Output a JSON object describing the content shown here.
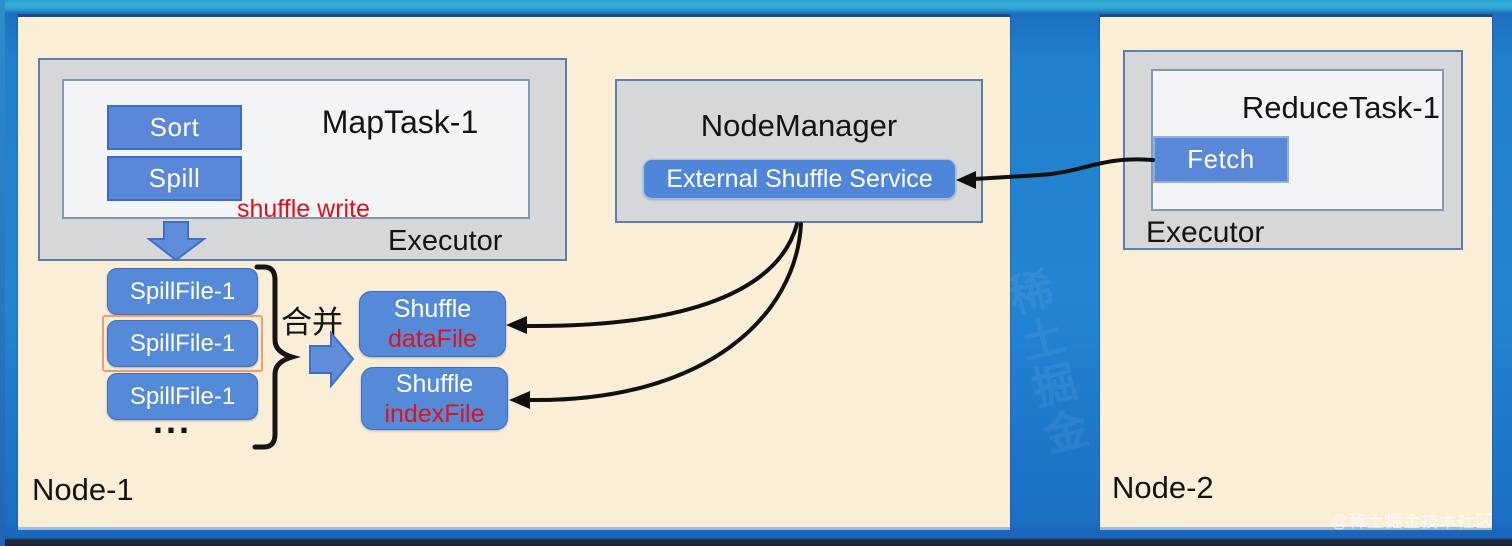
{
  "node1": {
    "label": "Node-1",
    "executor": {
      "title": "MapTask-1",
      "label": "Executor",
      "sort_label": "Sort",
      "spill_label": "Spill",
      "shuffle_write_label": "shuffle write"
    },
    "spill_files": [
      "SpillFile-1",
      "SpillFile-1",
      "SpillFile-1"
    ],
    "ellipsis": "...",
    "merge_label": "合并",
    "shuffle_data_file": {
      "line1": "Shuffle",
      "line2": "dataFile"
    },
    "shuffle_index_file": {
      "line1": "Shuffle",
      "line2": "indexFile"
    },
    "node_manager": {
      "title": "NodeManager",
      "service_label": "External Shuffle Service"
    }
  },
  "node2": {
    "label": "Node-2",
    "executor": {
      "title": "ReduceTask-1",
      "label": "Executor",
      "fetch_label": "Fetch"
    }
  },
  "watermark": {
    "corner": "@稀土掘金技术社区",
    "faint": "稀土掘金"
  },
  "colors": {
    "background_blue": "#2384d4",
    "top_strip_cyan": "#35b2d8",
    "panel_cream": "#fbeed6",
    "panel_gray": "#d6d7d8",
    "box_blue": "#5b87d8",
    "rounded_box_blue": "#548ad8",
    "accent_red": "#e01118",
    "selection_orange": "#ef9e74",
    "arrow_black": "#111111"
  }
}
